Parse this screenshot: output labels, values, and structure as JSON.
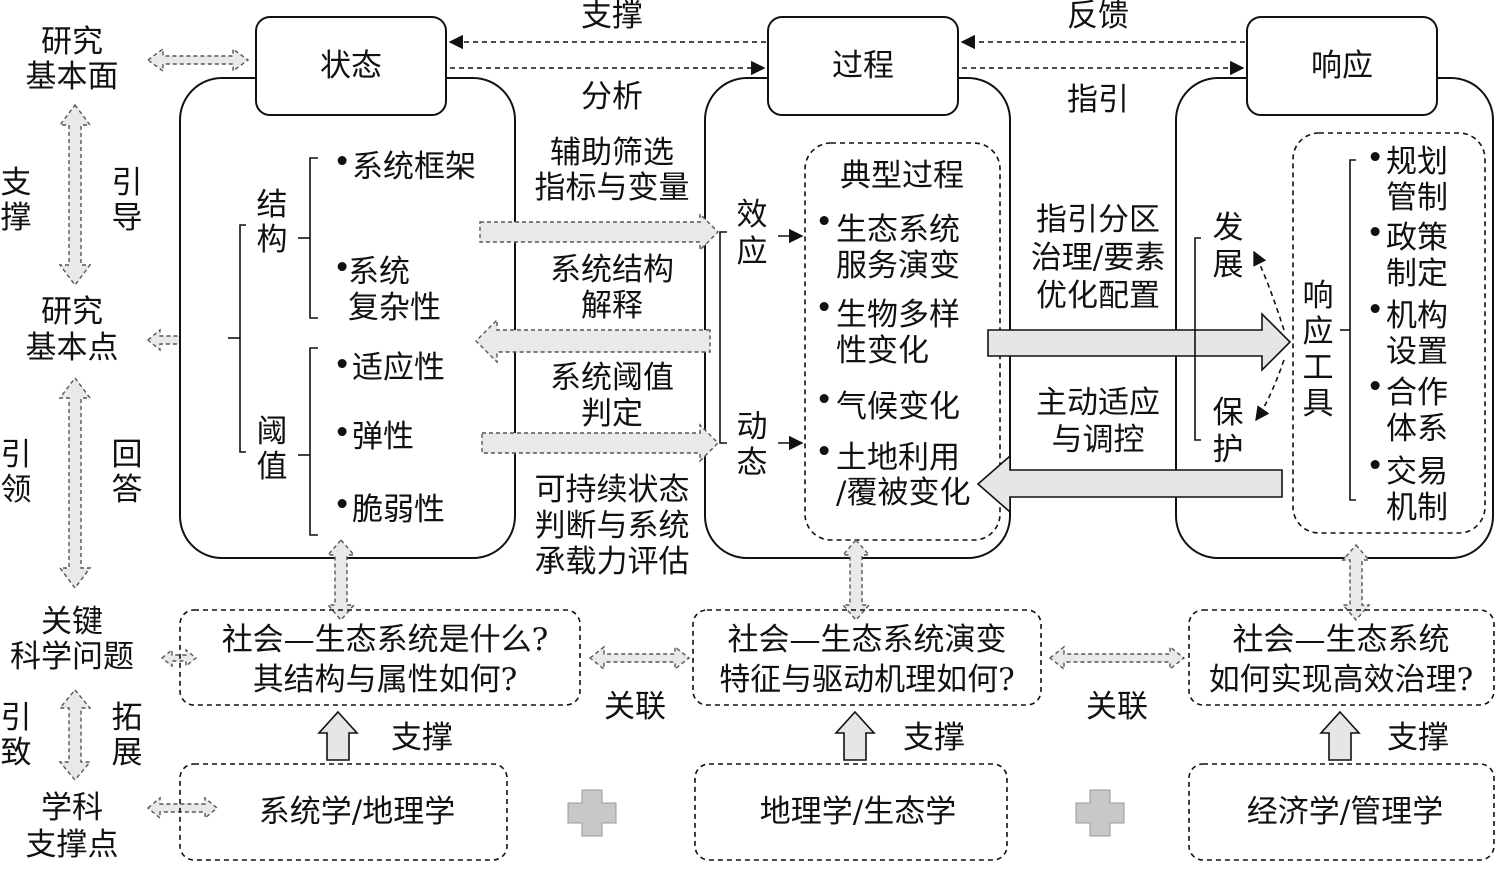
{
  "left_column": {
    "research_surface": [
      "研究",
      "基本面"
    ],
    "support_v": [
      "支",
      "撑"
    ],
    "guide_v": [
      "引",
      "导"
    ],
    "research_point": [
      "研究",
      "基本点"
    ],
    "lead_v": [
      "引",
      "领"
    ],
    "answer_v": [
      "回",
      "答"
    ],
    "key_question": [
      "关键",
      "科学问题"
    ],
    "cause_v": [
      "引",
      "致"
    ],
    "expand_v": [
      "拓",
      "展"
    ],
    "discipline_point": [
      "学科",
      "支撑点"
    ]
  },
  "top_boxes": {
    "state": "状态",
    "process": "过程",
    "response": "响应"
  },
  "top_labels": {
    "support": "支撑",
    "analysis": "分析",
    "feedback": "反馈",
    "guidance": "指引"
  },
  "state_panel": {
    "structure_v": [
      "结",
      "构"
    ],
    "threshold_v": [
      "阈",
      "值"
    ],
    "bullet": "•",
    "structure_items": [
      [
        "系统框架"
      ],
      [
        "系统",
        "复杂性"
      ]
    ],
    "threshold_items": [
      "适应性",
      "弹性",
      "脆弱性"
    ]
  },
  "middle_labels": {
    "filter": [
      "辅助筛选",
      "指标与变量"
    ],
    "explain": [
      "系统结构",
      "解释"
    ],
    "threshold_judge": [
      "系统阈值",
      "判定"
    ],
    "assess": [
      "可持续状态",
      "判断与系统",
      "承载力评估"
    ]
  },
  "process_panel": {
    "effect_v": [
      "效",
      "应"
    ],
    "dynamic_v": [
      "动",
      "态"
    ],
    "typical_title": "典型过程",
    "bullet": "•",
    "items": [
      [
        "生态系统",
        "服务演变"
      ],
      [
        "生物多样",
        "性变化"
      ],
      [
        "气候变化"
      ],
      [
        "土地利用",
        "/覆被变化"
      ]
    ]
  },
  "between_labels": {
    "guide_zone": [
      "指引分区",
      "治理/要素",
      "优化配置"
    ],
    "adapt": [
      "主动适应",
      "与调控"
    ]
  },
  "response_panel": {
    "develop_v": [
      "发",
      "展"
    ],
    "protect_v": [
      "保",
      "护"
    ],
    "tools_v": [
      "响",
      "应",
      "工",
      "具"
    ],
    "bullet": "•",
    "items": [
      [
        "规划",
        "管制"
      ],
      [
        "政策",
        "制定"
      ],
      [
        "机构",
        "设置"
      ],
      [
        "合作",
        "体系"
      ],
      [
        "交易",
        "机制"
      ]
    ]
  },
  "questions": {
    "q1": [
      "社会—生态系统是什么?",
      "其结构与属性如何?"
    ],
    "q2": [
      "社会—生态系统演变",
      "特征与驱动机理如何?"
    ],
    "q3": [
      "社会—生态系统",
      "如何实现高效治理?"
    ],
    "link": "关联",
    "support": "支撑"
  },
  "disciplines": {
    "d1": "系统学/地理学",
    "d2": "地理学/生态学",
    "d3": "经济学/管理学"
  },
  "colors": {
    "line": "#111111",
    "arrow_fill": "#e6e6e6",
    "plus_fill": "#c8c8c8"
  }
}
